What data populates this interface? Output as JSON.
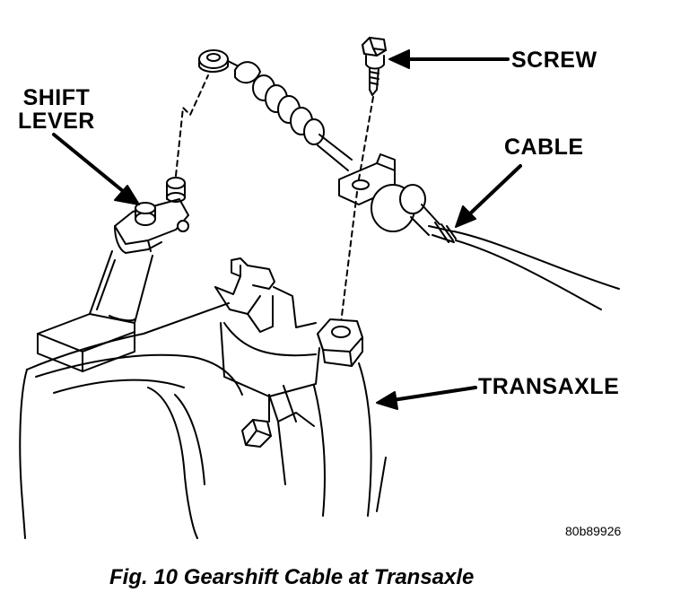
{
  "labels": {
    "shift_lever_line1": "SHIFT",
    "shift_lever_line2": "LEVER",
    "screw": "SCREW",
    "cable": "CABLE",
    "transaxle": "TRANSAXLE"
  },
  "reference_code": "80b89926",
  "caption": "Fig. 10 Gearshift Cable at Transaxle",
  "colors": {
    "ink": "#000000",
    "paper": "#ffffff"
  }
}
